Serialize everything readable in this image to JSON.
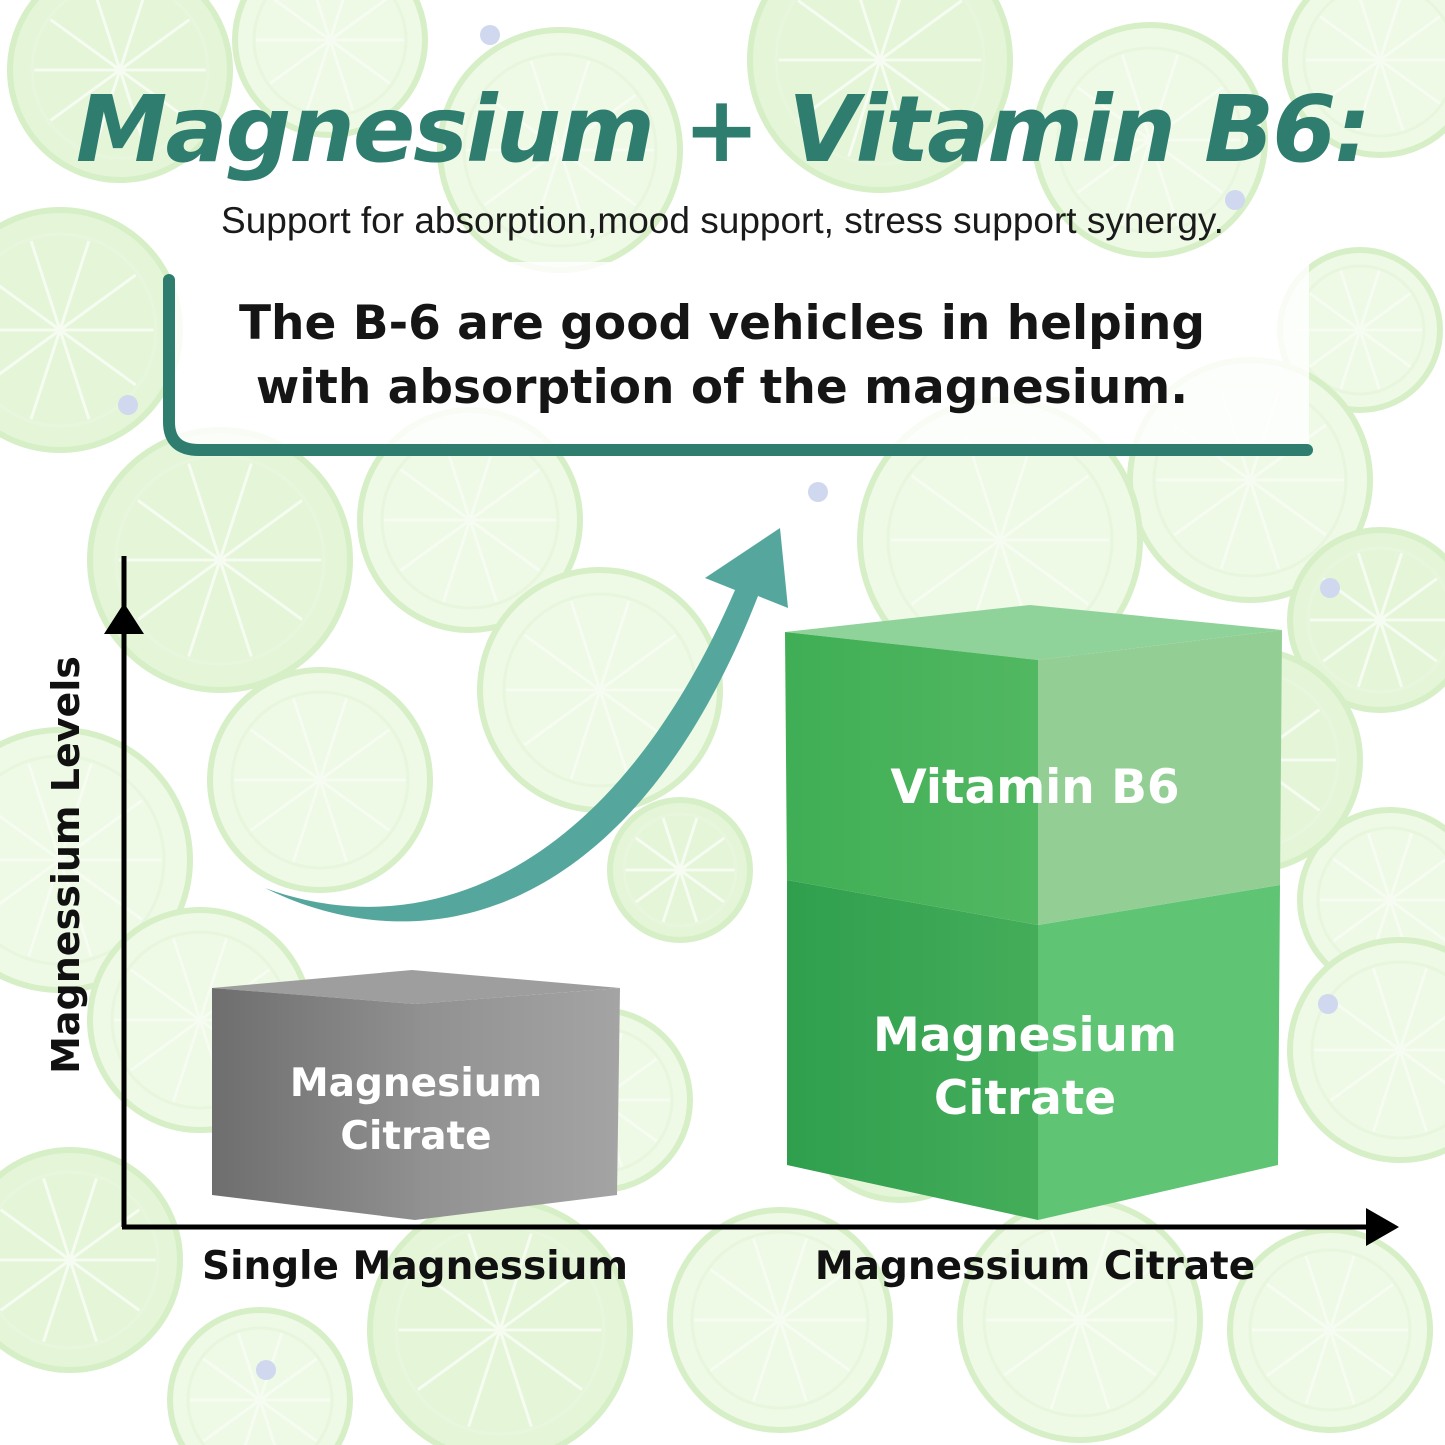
{
  "header": {
    "title": "Magnesium + Vitamin B6:",
    "subtitle": "Support for absorption,mood support, stress support synergy."
  },
  "callout": {
    "line1": "The  B-6 are good vehicles in helping",
    "line2": "with absorption of the magnesium."
  },
  "colors": {
    "brand": "#2e7d6f",
    "arrow": "#55a79d",
    "gray_block": "#8a8a8a",
    "green_top": "#6cc47a",
    "green_bottom": "#47b45c"
  },
  "chart": {
    "y_axis_label": "Magnessium Levels",
    "categories": [
      {
        "label": "Single Magnessium",
        "block_text_line1": "Magnesium",
        "block_text_line2": "Citrate"
      },
      {
        "label": "Magnessium Citrate",
        "upper_block_text": "Vitamin B6",
        "lower_block_line1": "Magnesium",
        "lower_block_line2": "Citrate"
      }
    ]
  }
}
